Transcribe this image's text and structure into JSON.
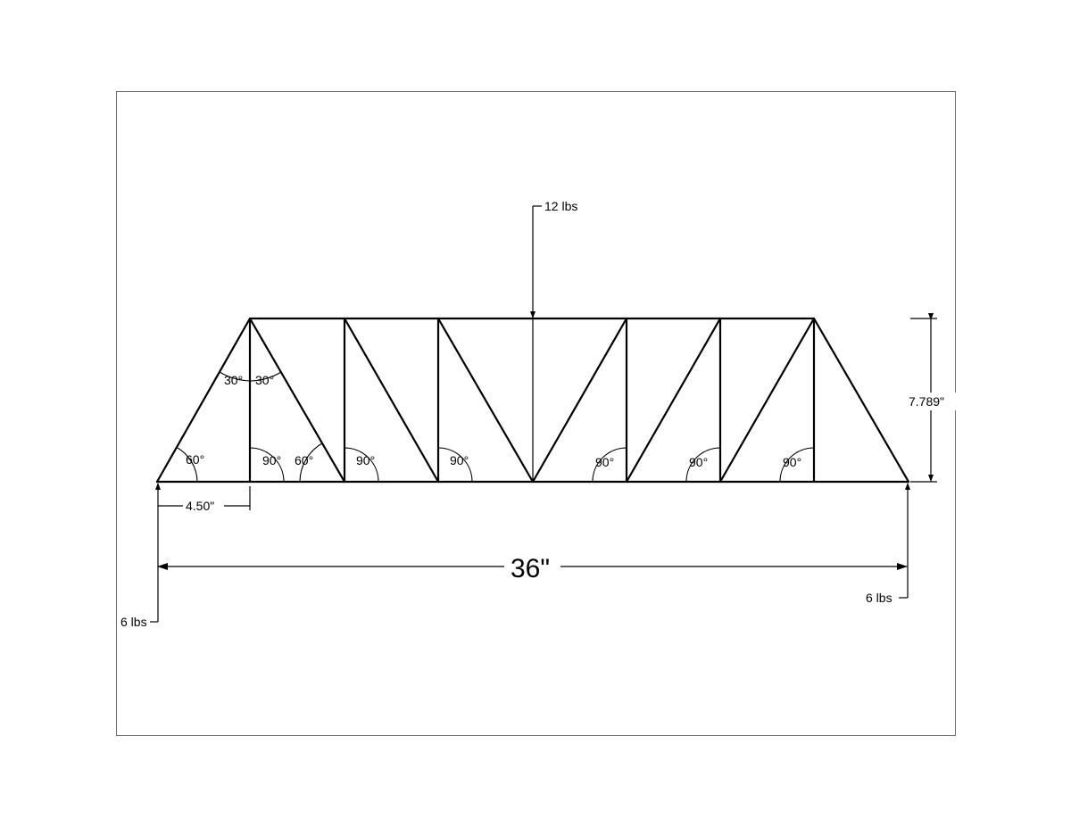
{
  "load": {
    "top": "12 lbs"
  },
  "reactions": {
    "left": "6 lbs",
    "right": "6 lbs"
  },
  "dimensions": {
    "height": "7.789\"",
    "panel": "4.50\"",
    "span": "36\""
  },
  "angles": {
    "a1": "60°",
    "a2": "30°",
    "a3": "30°",
    "a4": "90°",
    "a5": "60°",
    "a6": "90°",
    "a7": "90°",
    "a8": "90°",
    "a9": "90°",
    "a10": "90°"
  }
}
